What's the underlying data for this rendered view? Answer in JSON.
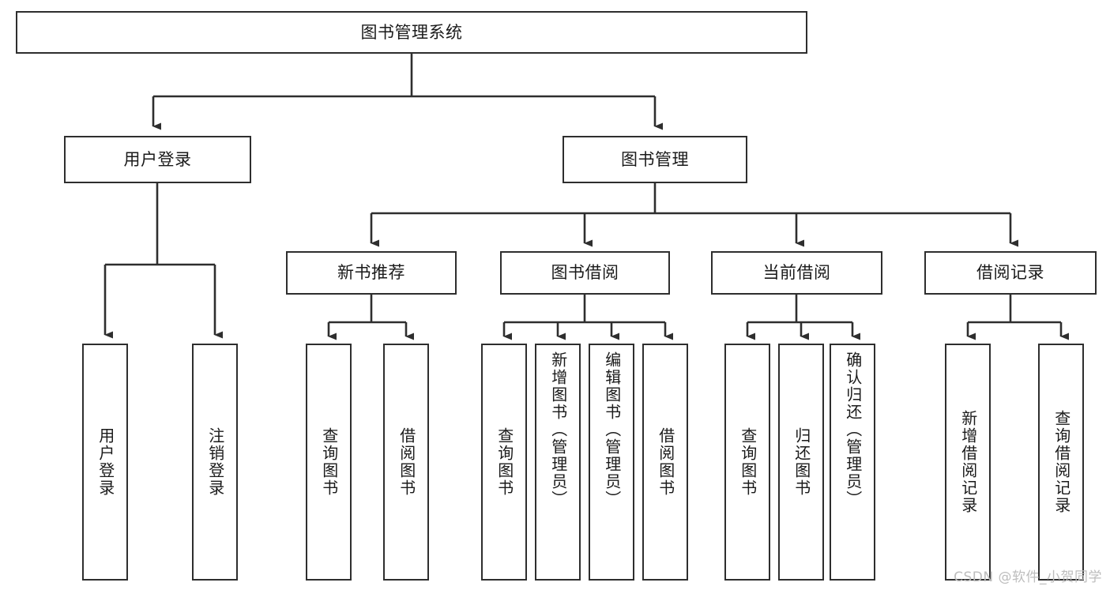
{
  "diagram": {
    "type": "tree-hierarchy",
    "title": "图书管理系统",
    "orientation": "top-down",
    "colors": {
      "box_stroke": "#2e2e2e",
      "box_fill": "#ffffff",
      "connector": "#2e2e2e",
      "text": "#1a1a1a",
      "watermark": "#bdbdbd",
      "background": "#ffffff"
    },
    "levels": {
      "root": "图书管理系统",
      "level2": [
        "用户登录",
        "图书管理"
      ],
      "level3": [
        "新书推荐",
        "图书借阅",
        "当前借阅",
        "借阅记录"
      ]
    },
    "nodes": {
      "root": {
        "label": "图书管理系统"
      },
      "user_login": {
        "label": "用户登录"
      },
      "book_manage": {
        "label": "图书管理"
      },
      "new_book_rec": {
        "label": "新书推荐"
      },
      "book_borrow": {
        "label": "图书借阅"
      },
      "current_borrow": {
        "label": "当前借阅"
      },
      "borrow_record": {
        "label": "借阅记录"
      },
      "leaf_user_login": {
        "label": "用户登录"
      },
      "leaf_logout_login": {
        "label": "注销登录"
      },
      "leaf_query_book_1": {
        "label": "查询图书"
      },
      "leaf_borrow_book_1": {
        "label": "借阅图书"
      },
      "leaf_query_book_2": {
        "label": "查询图书"
      },
      "leaf_add_book": {
        "label": "新增图书（管理员）"
      },
      "leaf_edit_book": {
        "label": "编辑图书（管理员）"
      },
      "leaf_borrow_book_2": {
        "label": "借阅图书"
      },
      "leaf_query_book_3": {
        "label": "查询图书"
      },
      "leaf_return_book": {
        "label": "归还图书"
      },
      "leaf_confirm_return": {
        "label": "确认归还（管理员）"
      },
      "leaf_add_record": {
        "label": "新增借阅记录"
      },
      "leaf_query_record": {
        "label": "查询借阅记录"
      }
    },
    "edges": [
      {
        "from": "root",
        "to": "user_login"
      },
      {
        "from": "root",
        "to": "book_manage"
      },
      {
        "from": "user_login",
        "to": "leaf_user_login"
      },
      {
        "from": "user_login",
        "to": "leaf_logout_login"
      },
      {
        "from": "book_manage",
        "to": "new_book_rec"
      },
      {
        "from": "book_manage",
        "to": "book_borrow"
      },
      {
        "from": "book_manage",
        "to": "current_borrow"
      },
      {
        "from": "book_manage",
        "to": "borrow_record"
      },
      {
        "from": "new_book_rec",
        "to": "leaf_query_book_1"
      },
      {
        "from": "new_book_rec",
        "to": "leaf_borrow_book_1"
      },
      {
        "from": "book_borrow",
        "to": "leaf_query_book_2"
      },
      {
        "from": "book_borrow",
        "to": "leaf_add_book"
      },
      {
        "from": "book_borrow",
        "to": "leaf_edit_book"
      },
      {
        "from": "book_borrow",
        "to": "leaf_borrow_book_2"
      },
      {
        "from": "current_borrow",
        "to": "leaf_query_book_3"
      },
      {
        "from": "current_borrow",
        "to": "leaf_return_book"
      },
      {
        "from": "current_borrow",
        "to": "leaf_confirm_return"
      },
      {
        "from": "borrow_record",
        "to": "leaf_add_record"
      },
      {
        "from": "borrow_record",
        "to": "leaf_query_record"
      }
    ]
  },
  "watermark": {
    "text": "CSDN @软件_小贺同学"
  }
}
